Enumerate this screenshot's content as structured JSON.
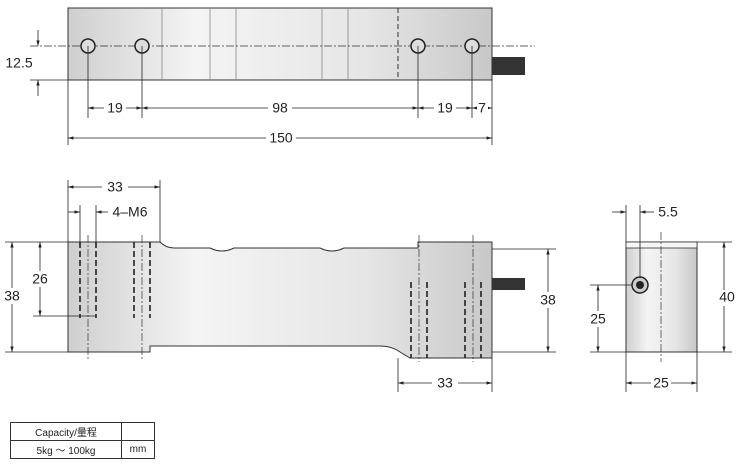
{
  "top_view": {
    "dim_height": "12.5",
    "dims": [
      "19",
      "98",
      "19",
      "7"
    ],
    "overall": "150"
  },
  "side_view": {
    "dim_33_top": "33",
    "thread": "4–M6",
    "dim_38_left": "38",
    "dim_26": "26",
    "dim_33_bottom": "33",
    "dim_38_right": "38"
  },
  "end_view": {
    "dim_5_5": "5.5",
    "dim_25_left": "25",
    "dim_40": "40",
    "dim_25_bottom": "25"
  },
  "spec_table": {
    "header": "Capacity/量程",
    "capacity": "5kg ～ 100kg",
    "unit": "mm"
  }
}
